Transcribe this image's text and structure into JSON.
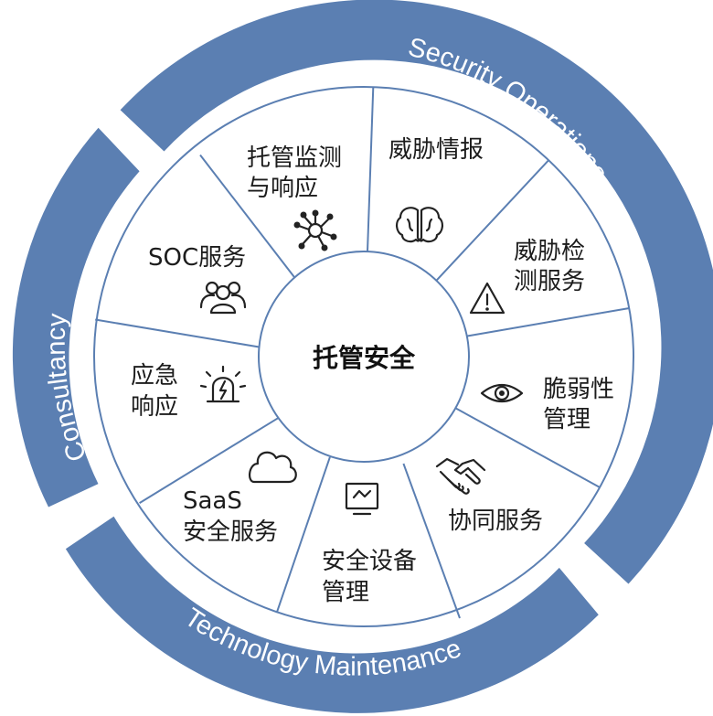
{
  "diagram": {
    "center_label": "托管安全",
    "bands": {
      "security": "Security Operations",
      "technology": "Technology Maintenance",
      "consultancy": "Consultancy"
    },
    "segments": [
      {
        "line1": "托管监测",
        "line2": "与响应",
        "icon": "network-nodes-icon"
      },
      {
        "line1": "威胁情报",
        "line2": "",
        "icon": "brain-icon"
      },
      {
        "line1": "威胁检",
        "line2": "测服务",
        "icon": "warning-triangle-icon"
      },
      {
        "line1": "脆弱性",
        "line2": "管理",
        "icon": "eye-icon"
      },
      {
        "line1": "协同服务",
        "line2": "",
        "icon": "handshake-icon"
      },
      {
        "line1": "安全设备",
        "line2": "管理",
        "icon": "monitor-icon"
      },
      {
        "line1": "SaaS",
        "line2": "安全服务",
        "icon": "cloud-icon"
      },
      {
        "line1": "应急",
        "line2": "响应",
        "icon": "alarm-siren-icon"
      },
      {
        "line1": "SOC服务",
        "line2": "",
        "icon": "team-group-icon"
      }
    ],
    "colors": {
      "band": "#5b7fb2",
      "segment_fill": "#ffffff",
      "segment_stroke": "#5b7fb2",
      "text": "#1c1c1c"
    }
  }
}
